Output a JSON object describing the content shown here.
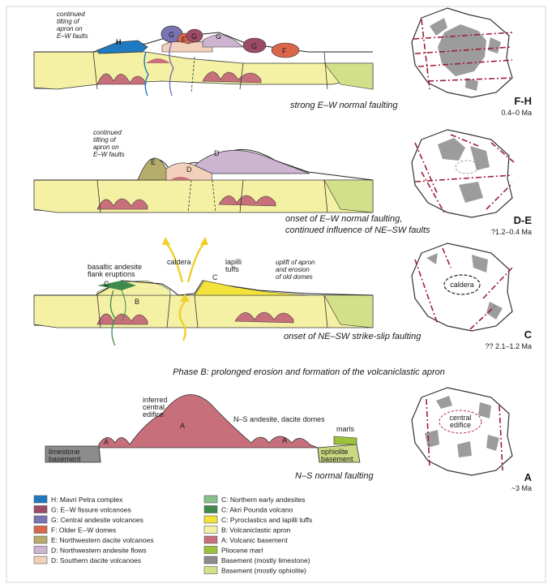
{
  "panels": {
    "fh": {
      "code": "F-H",
      "age": "0.4–0 Ma",
      "caption": "strong E–W normal faulting",
      "note": [
        "continued",
        "tilting of",
        "apron on",
        "E–W faults"
      ],
      "units": [
        "H",
        "G",
        "G",
        "F",
        "G",
        "G",
        "F"
      ]
    },
    "de": {
      "code": "D-E",
      "age": "?1.2–0.4 Ma",
      "caption": [
        "onset of E–W normal faulting,",
        "continued influence of NE–SW faults"
      ],
      "note": [
        "continued",
        "tilting of",
        "apron on",
        "E–W faults"
      ],
      "units": [
        "E",
        "D",
        "D"
      ]
    },
    "c": {
      "code": "C",
      "age": "?? 2.1–1.2 Ma",
      "caption": "onset of NE–SW strike-slip faulting",
      "caldera_label": "caldera",
      "map_caldera": "caldera",
      "flank_note": [
        "basaltic andesite",
        "flank eruptions"
      ],
      "tuffs_note": [
        "lapilli",
        "tuffs"
      ],
      "uplift_note": [
        "uplift of apron",
        "and erosion",
        "of old domes"
      ],
      "units": [
        "C",
        "B",
        "C"
      ]
    },
    "phase_b": "Phase B: prolonged erosion and formation of the volcaniclastic apron",
    "a": {
      "code": "A",
      "age": "~3 Ma",
      "caption": "N–S normal faulting",
      "edifice_note": [
        "inferred",
        "central",
        "edifice"
      ],
      "domes_note": "N–S andesite, dacite domes",
      "marls": "marls",
      "limestone": [
        "limestone",
        "basement"
      ],
      "ophiolite": [
        "ophiolite",
        "basement"
      ],
      "map_edifice": [
        "central",
        "edifice"
      ],
      "units": [
        "A",
        "A",
        "A"
      ]
    }
  },
  "legend": {
    "left": [
      {
        "label": "H: Mavri Petra complex",
        "color": "#1f7ac1"
      },
      {
        "label": "G: E--W fissure volcanoes",
        "color": "#9c4a66"
      },
      {
        "label": "G: Central andesite volcanoes",
        "color": "#7a73b4"
      },
      {
        "label": "F: Older E--W domes",
        "color": "#d8664a"
      },
      {
        "label": "E: Northwestern dacite volcanoes",
        "color": "#b6ad6c"
      },
      {
        "label": "D: Northwestern andesite flows",
        "color": "#cdb4d0"
      },
      {
        "label": "D: Southern dacite volcanoes",
        "color": "#f3d0bc"
      }
    ],
    "right": [
      {
        "label": "C: Northern early andesites",
        "color": "#86c08a"
      },
      {
        "label": "C: Akri Pounda volcano",
        "color": "#3f8a4a"
      },
      {
        "label": "C: Pyroclastics and lapilli tuffs",
        "color": "#f2e23a"
      },
      {
        "label": "B: Volcaniclastic apron",
        "color": "#f4f1a4"
      },
      {
        "label": "A: Volcanic basement",
        "color": "#c7707b"
      },
      {
        "label": "Pliocene marl",
        "color": "#9cc23c"
      },
      {
        "label": "Basement (mostly limestone)",
        "color": "#8c8c8c"
      },
      {
        "label": "Basement (mostly ophiolite)",
        "color": "#d2e08a"
      }
    ]
  },
  "colors": {
    "apron": "#f4f1a4",
    "basement_volc": "#c7707b",
    "marl": "#9cc23c",
    "ophiolite": "#d2e08a",
    "limestone": "#8c8c8c",
    "fault": "#a01e3a",
    "arrow": "#f0cf2a"
  }
}
